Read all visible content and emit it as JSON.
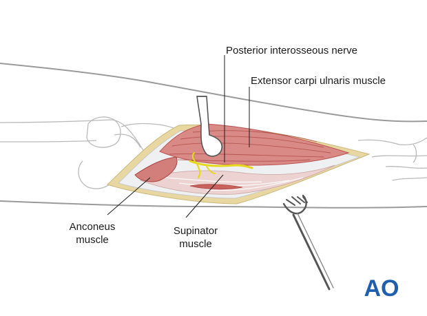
{
  "labels": {
    "posterior_interosseous_nerve": "Posterior interosseous nerve",
    "extensor_carpi_ulnaris": "Extensor carpi ulnaris muscle",
    "anconeus": [
      "Anconeus",
      "muscle"
    ],
    "supinator": [
      "Supinator",
      "muscle"
    ]
  },
  "logo": {
    "text": "AO",
    "color": "#1f5fae"
  },
  "colors": {
    "outline": "#9a9a9a",
    "muscle": "#d98a86",
    "muscle_dark": "#b8524f",
    "fat": "#e9d7a2",
    "fascia": "#e9ecef",
    "nerve": "#f2ea2d",
    "instrument": "#555555"
  }
}
